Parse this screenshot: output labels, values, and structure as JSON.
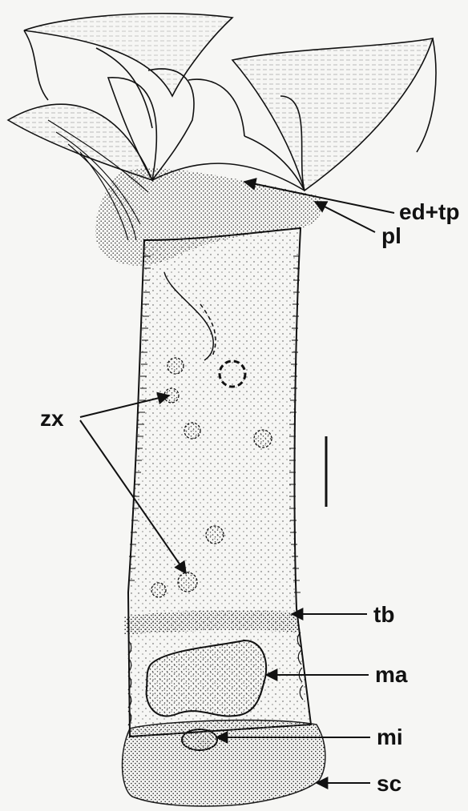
{
  "labels": {
    "ed_tp": "ed+tp",
    "pl": "pl",
    "zx": "zx",
    "tb": "tb",
    "ma": "ma",
    "mi": "mi",
    "sc": "sc"
  },
  "colors": {
    "ink": "#111111",
    "paper": "#f6f6f4",
    "stipple": "#333333"
  }
}
